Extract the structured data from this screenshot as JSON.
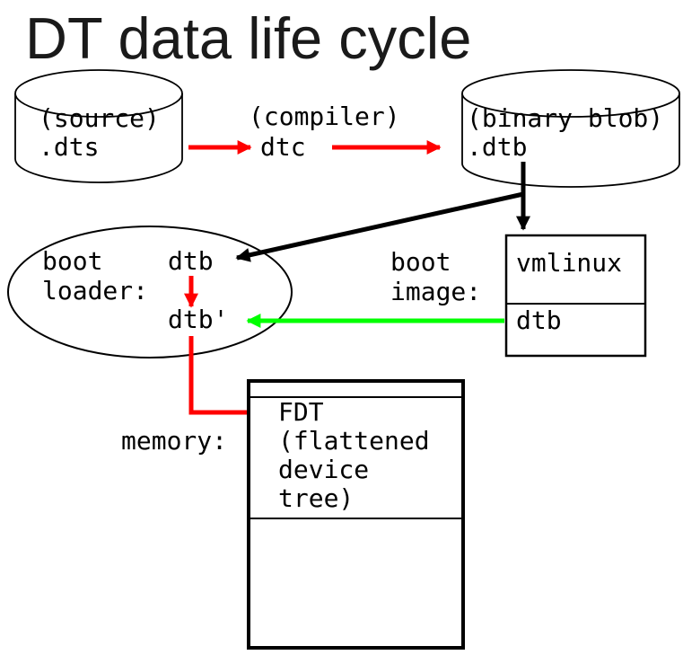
{
  "title": "DT data life cycle",
  "colors": {
    "transform_arrow_red": "#ff0000",
    "copy_arrow_green": "#00ff00",
    "flow_line_black": "#000000",
    "text": "#000000",
    "background": "#ffffff"
  },
  "source_store": {
    "line1": "(source)",
    "line2": ".dts"
  },
  "compiler": {
    "annotation": "(compiler)",
    "name": "dtc"
  },
  "binary_store": {
    "line1": "(binary blob)",
    "line2": ".dtb"
  },
  "boot_loader": {
    "label_line1": "boot",
    "label_line2": "loader:",
    "dtb": "dtb",
    "dtb_modified": "dtb'"
  },
  "boot_image": {
    "label_line1": "boot",
    "label_line2": "image:",
    "segments": [
      "vmlinux",
      "dtb"
    ]
  },
  "memory": {
    "label": "memory:",
    "fdt_lines": [
      "FDT",
      "(flattened",
      "device",
      "tree)"
    ]
  }
}
